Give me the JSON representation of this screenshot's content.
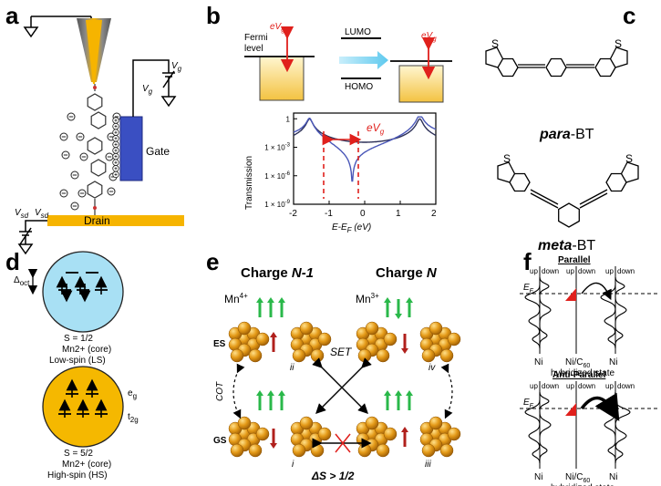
{
  "panels": {
    "a": "a",
    "b": "b",
    "c": "c",
    "d": "d",
    "e": "e",
    "f": "f"
  },
  "panel_a": {
    "gate": "Gate",
    "drain": "Drain",
    "vg": "V",
    "vg_sub": "g",
    "vsd": "V",
    "vsd_sub": "sd"
  },
  "panel_b": {
    "fermi_level": "Fermi\nlevel",
    "lumo": "LUMO",
    "homo": "HOMO",
    "evg": "eV",
    "evg_sub": "g",
    "ylabel": "Transmission",
    "xlabel": "E-E",
    "xlabel_sub": "F",
    "xlabel_unit": " (eV)",
    "xticks": [
      "-2",
      "-1",
      "0",
      "1",
      "2"
    ],
    "yticks": [
      "1",
      "1 × 10",
      "1 × 10",
      "1 × 10"
    ],
    "ytick_exps": [
      "",
      "-3",
      "-6",
      "-9"
    ]
  },
  "panel_c": {
    "para_label": "para",
    "para_suffix": "-BT",
    "meta_label": "meta",
    "meta_suffix": "-BT",
    "sulfur": "S"
  },
  "panel_d": {
    "delta": "Δ",
    "delta_sub": "oct",
    "ls_spin": "S = 1/2",
    "ls_ion": "Mn2+ (core)",
    "ls_state": "Low-spin (LS)",
    "hs_spin": "S = 5/2",
    "hs_ion": "Mn2+ (core)",
    "hs_state": "High-spin (HS)",
    "eg": "e",
    "eg_sub": "g",
    "t2g": "t",
    "t2g_sub": "2g"
  },
  "panel_e": {
    "charge_n1": "Charge N-1",
    "charge_n": "Charge N",
    "mn4": "Mn4+",
    "mn3": "Mn3+",
    "es": "ES",
    "gs": "GS",
    "set": "SET",
    "cot": "COT",
    "ds": "ΔS > 1/2",
    "roman": [
      "ii",
      "iv",
      "i",
      "iii"
    ]
  },
  "panel_f": {
    "parallel": "Parallel",
    "anti_parallel": "Anti-Parallel",
    "up": "up",
    "down": "down",
    "ef": "E",
    "ef_sub": "F",
    "ni": "Ni",
    "nic60": "Ni/C",
    "nic60_sub": "60",
    "hybrid": "hybridized state"
  },
  "colors": {
    "gold": "#f5b800",
    "pale_gold": "#f7dc8a",
    "blue": "#3a4fc2",
    "red": "#e0201c",
    "green": "#2ab84a",
    "orange_ball": "#d6860e",
    "dark_curve": "#2b2f57",
    "circle_blue": "#a8e0f4"
  }
}
